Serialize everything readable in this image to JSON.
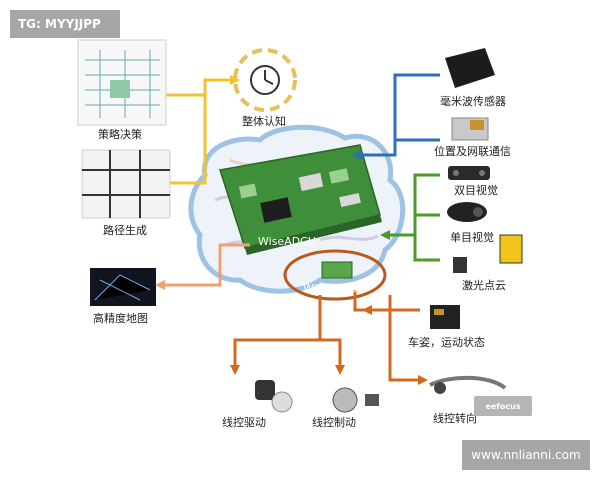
{
  "watermark_tl": "TG: MYYJJPP",
  "watermark_br": "www.nnlianni.com",
  "eefocus_badge": "eefocus",
  "center": {
    "brain_board_label": "WiseADCU",
    "mcu_label": "WiseIMCU"
  },
  "left_nodes": {
    "strategy": "策略决策",
    "path": "路径生成",
    "hd_map": "高精度地图"
  },
  "top_node": {
    "perception": "整体认知"
  },
  "right_nodes": {
    "mmwave": "毫米波传感器",
    "positioning": "位置及网联通信",
    "stereo_vision": "双目视觉",
    "mono_vision": "单目视觉",
    "lidar": "激光点云",
    "vehicle_state": "车姿，运动状态"
  },
  "bottom_nodes": {
    "drive": "线控驱动",
    "brake": "线控制动",
    "steer": "线控转向"
  },
  "colors": {
    "input_yellow": "#f2c230",
    "output_orange": "#d2691e",
    "blue": "#2f6fb5",
    "green": "#4c9a2a",
    "brain_outline": "#9cc3e6"
  }
}
